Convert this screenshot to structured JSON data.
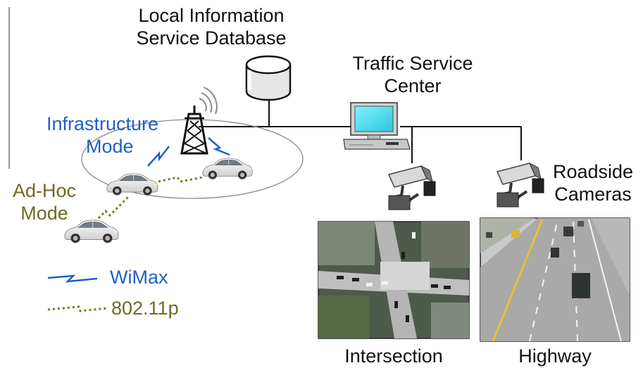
{
  "labels": {
    "database_line1": "Local Information",
    "database_line2": "Service Database",
    "tsc_line1": "Traffic Service",
    "tsc_line2": "Center",
    "infra_line1": "Infrastructure",
    "infra_line2": "Mode",
    "adhoc_line1": "Ad-Hoc",
    "adhoc_line2": "Mode",
    "cameras_line1": "Roadside",
    "cameras_line2": "Cameras",
    "intersection": "Intersection",
    "highway": "Highway"
  },
  "legend": {
    "wimax": "WiMax",
    "dsrc": "802.11p"
  },
  "colors": {
    "wimax": "#1f5fc8",
    "dsrc": "#7a7420",
    "text": "#111111"
  },
  "icons": [
    "database-icon",
    "computer-icon",
    "tower-icon",
    "car-icon",
    "camera-icon"
  ]
}
